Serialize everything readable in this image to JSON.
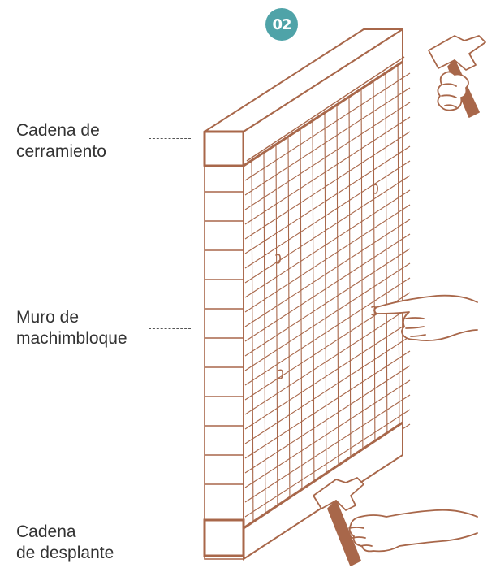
{
  "step_badge": "02",
  "colors": {
    "badge": "#4fa3a8",
    "wood": "#a8674a",
    "mesh": "#a8674a",
    "skin_outline": "#a8674a",
    "hammer_handle": "#a8674a",
    "hammer_head": "#ffffff",
    "label_text": "#333333",
    "leader_line": "#555555"
  },
  "labels": {
    "bond_beam": {
      "line1": "Cadena de",
      "line2": "cerramiento"
    },
    "wall": {
      "line1": "Muro de",
      "line2": "machimbloque"
    },
    "footing_beam": {
      "line1": "Cadena",
      "line2": "de desplante"
    }
  },
  "icons": [
    "hammer-hand-icon",
    "pointing-hand-icon",
    "hammer-hand-icon",
    "nail-icon"
  ]
}
